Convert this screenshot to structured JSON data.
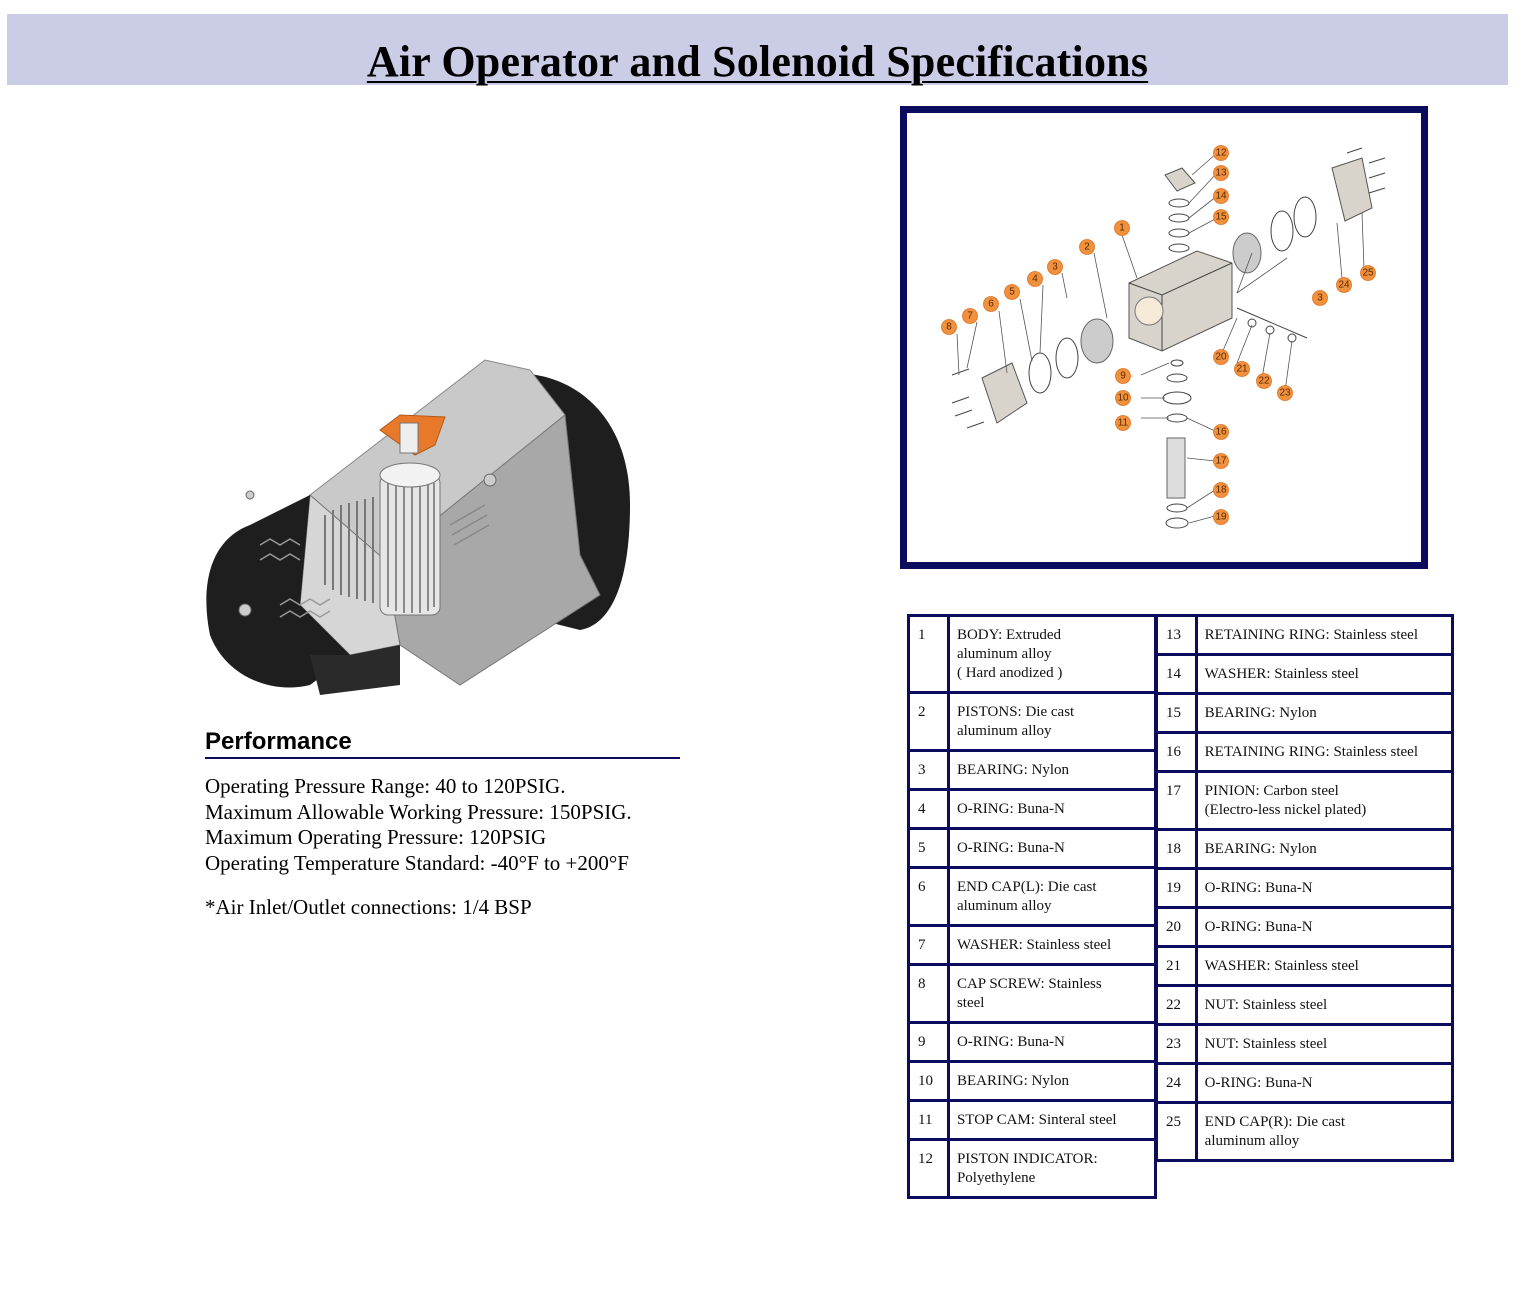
{
  "header": {
    "title": "Air Operator and Solenoid Specifications"
  },
  "diagram": {
    "callouts": [
      "1",
      "2",
      "3",
      "3",
      "4",
      "5",
      "6",
      "7",
      "8",
      "9",
      "10",
      "11",
      "12",
      "13",
      "14",
      "15",
      "16",
      "17",
      "18",
      "19",
      "20",
      "21",
      "22",
      "23",
      "24",
      "25"
    ]
  },
  "performance": {
    "heading": "Performance",
    "lines": [
      "Operating Pressure Range: 40 to 120PSIG.",
      "Maximum Allowable Working Pressure: 150PSIG.",
      "Maximum Operating Pressure: 120PSIG",
      "Operating Temperature Standard: -40°F to +200°F"
    ],
    "note": "*Air Inlet/Outlet connections: 1/4 BSP"
  },
  "parts_left": [
    {
      "num": "1",
      "line1": "BODY: Extruded",
      "line2": "aluminum alloy",
      "line3": "( Hard anodized )"
    },
    {
      "num": "2",
      "line1": "PISTONS: Die cast",
      "line2": "aluminum alloy"
    },
    {
      "num": "3",
      "line1": "BEARING: Nylon"
    },
    {
      "num": "4",
      "line1": "O-RING: Buna-N"
    },
    {
      "num": "5",
      "line1": "O-RING: Buna-N"
    },
    {
      "num": "6",
      "line1": "END CAP(L): Die cast",
      "line2": "aluminum alloy"
    },
    {
      "num": "7",
      "line1": "WASHER: Stainless steel"
    },
    {
      "num": "8",
      "line1": "CAP SCREW: Stainless",
      "line2": "steel"
    },
    {
      "num": "9",
      "line1": "O-RING: Buna-N"
    },
    {
      "num": "10",
      "line1": "BEARING: Nylon"
    },
    {
      "num": "11",
      "line1": "STOP CAM: Sinteral steel"
    },
    {
      "num": "12",
      "line1": "PISTON INDICATOR:",
      "line2": "Polyethylene"
    }
  ],
  "parts_right": [
    {
      "num": "13",
      "line1": "RETAINING RING: Stainless steel"
    },
    {
      "num": "14",
      "line1": "WASHER: Stainless steel"
    },
    {
      "num": "15",
      "line1": "BEARING: Nylon"
    },
    {
      "num": "16",
      "line1": "RETAINING RING: Stainless steel"
    },
    {
      "num": "17",
      "line1": "PINION: Carbon steel",
      "line2": "(Electro-less nickel plated)"
    },
    {
      "num": "18",
      "line1": "BEARING: Nylon"
    },
    {
      "num": "19",
      "line1": "O-RING: Buna-N"
    },
    {
      "num": "20",
      "line1": "O-RING: Buna-N"
    },
    {
      "num": "21",
      "line1": "WASHER: Stainless steel"
    },
    {
      "num": "22",
      "line1": "NUT: Stainless steel"
    },
    {
      "num": "23",
      "line1": "NUT: Stainless steel"
    },
    {
      "num": "24",
      "line1": "O-RING: Buna-N"
    },
    {
      "num": "25",
      "line1": "END CAP(R): Die cast",
      "line2": "aluminum alloy"
    }
  ],
  "colors": {
    "header_band": "#cbcce6",
    "table_border": "#0c0c5e",
    "callout_orange": "#f0913e"
  }
}
